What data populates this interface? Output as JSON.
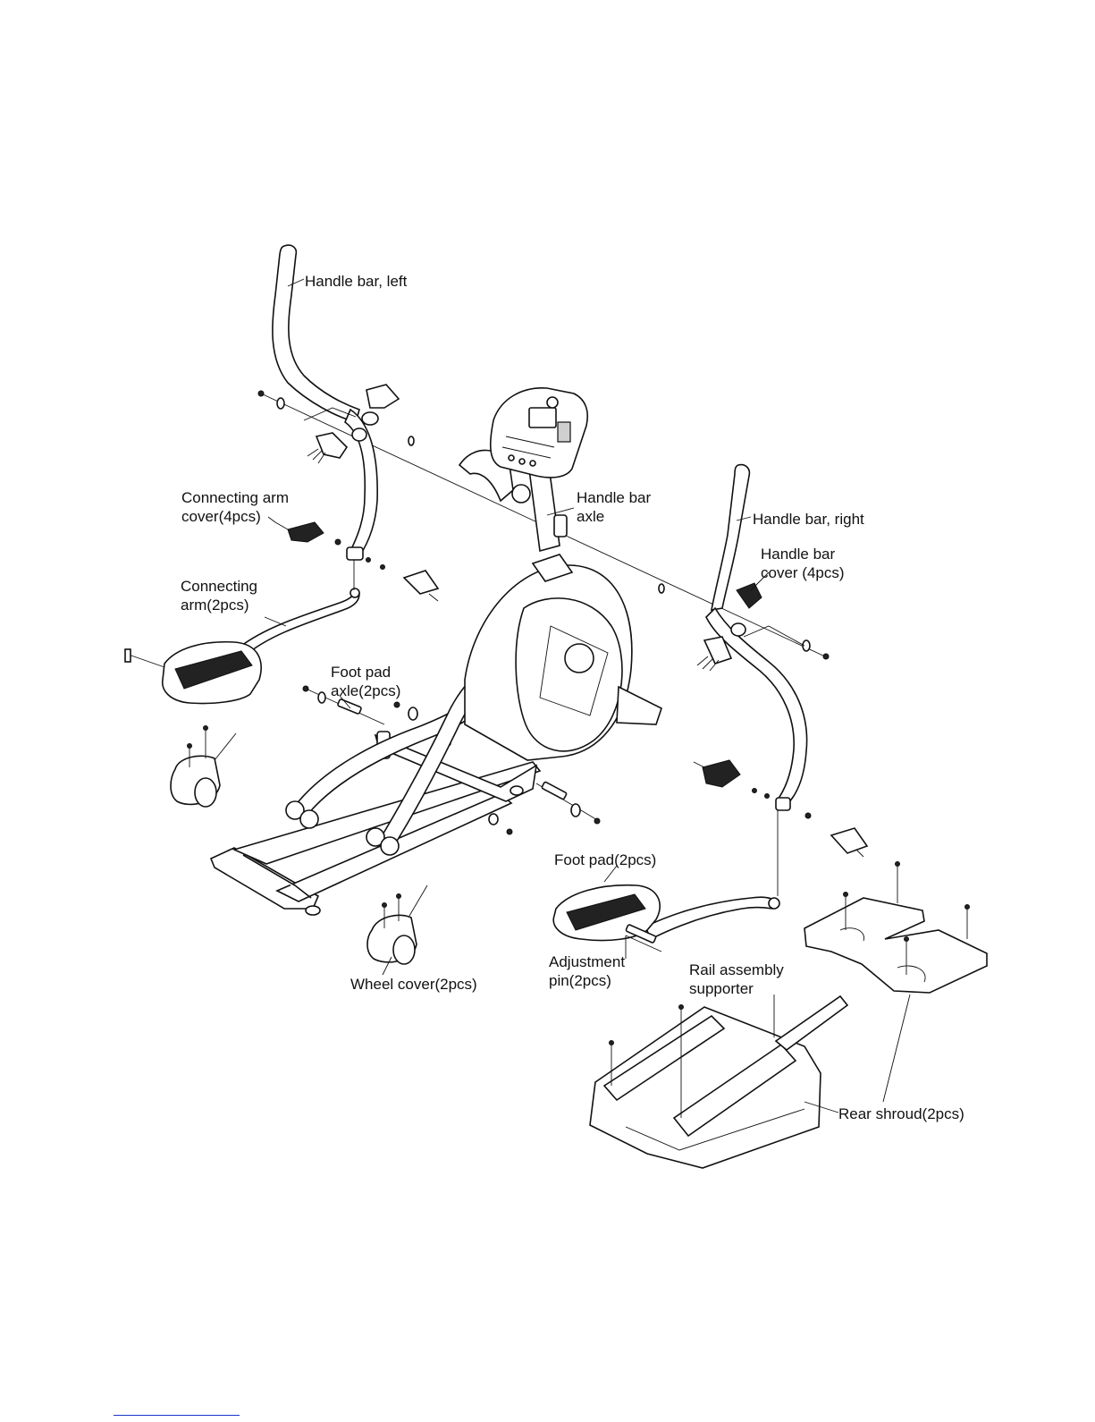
{
  "labels": {
    "handle_bar_left": "Handle bar, left",
    "connecting_arm_cover": [
      "Connecting arm",
      "cover(4pcs)"
    ],
    "handle_bar_axle": [
      "Handle bar",
      "axle"
    ],
    "handle_bar_right": "Handle bar, right",
    "handle_bar_cover": [
      "Handle bar",
      "cover (4pcs)"
    ],
    "connecting_arm": [
      "Connecting",
      "arm(2pcs)"
    ],
    "foot_pad_axle": [
      "Foot pad",
      "axle(2pcs)"
    ],
    "foot_pad": "Foot pad(2pcs)",
    "adjustment_pin": [
      "Adjustment",
      "pin(2pcs)"
    ],
    "wheel_cover": "Wheel cover(2pcs)",
    "rail_assembly_supporter": [
      "Rail assembly",
      "supporter"
    ],
    "rear_shroud": "Rear shroud(2pcs)"
  },
  "colors": {
    "line": "#111111",
    "footer_rule": "#1a38c8"
  }
}
